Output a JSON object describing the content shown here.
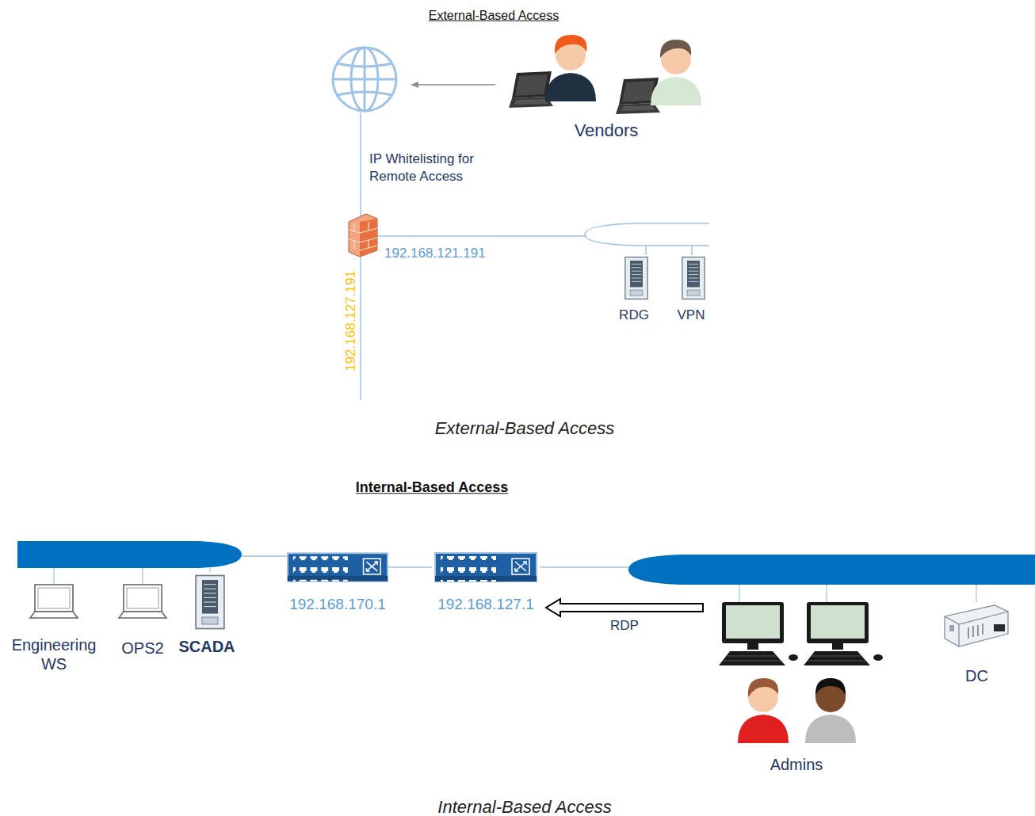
{
  "diagram": {
    "title": "External-Based Access",
    "caption": "Internal-Based Access",
    "nodes": [
      {
        "text": [
          "Vendors"
        ]
      },
      {
        "text": [
          "RDG"
        ]
      },
      {
        "text": [
          "VPN"
        ]
      },
      {
        "text": [
          "Engineering WS"
        ]
      },
      {
        "text": [
          "OPS2"
        ]
      },
      {
        "text": [
          "SCADA"
        ]
      },
      {
        "text": [
          "192.168.170.1"
        ]
      },
      {
        "text": [
          "192.168.127.1"
        ]
      },
      {
        "text": [
          "Admins"
        ]
      },
      {
        "text": [
          "DC"
        ]
      }
    ],
    "edges": [
      {
        "from": 6,
        "to": 7,
        "arrow": "none"
      },
      {
        "from": 8,
        "to": 7,
        "label": "RDP",
        "arrow": "to"
      }
    ],
    "labels": [
      "IP Whitelisting for Remote Access",
      "192.168.121.191",
      "192.168.127.191",
      "External-Based Access",
      "Internal-Based Access"
    ]
  }
}
